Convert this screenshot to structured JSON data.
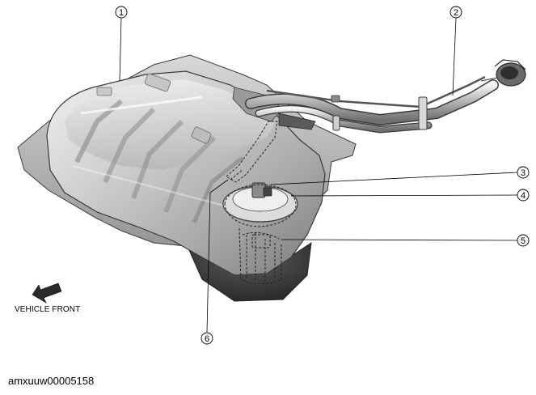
{
  "callouts": {
    "c1": "1",
    "c2": "2",
    "c3": "3",
    "c4": "4",
    "c5": "5",
    "c6": "6"
  },
  "direction_label": "VEHICLE FRONT",
  "figure_id": "amxuuw00005158",
  "colors": {
    "tank_light": "#e4e4e4",
    "tank_mid": "#b8b8b8",
    "tank_dark": "#6a6a6a",
    "outline": "#3a3a3a"
  }
}
